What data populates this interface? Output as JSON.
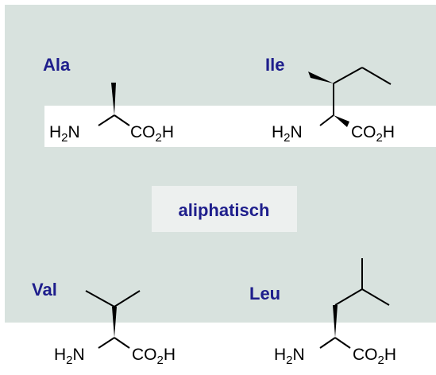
{
  "colors": {
    "panel": "#d8e2de",
    "label_box": "#edf0ef",
    "label_text": "#1e1e8c",
    "bond": "#000000"
  },
  "center_label": "aliphatisch",
  "amino_acids": [
    {
      "abbr": "Ala",
      "amine": "H",
      "amine_sub": "2",
      "amine_n": "N",
      "acid_1": "CO",
      "acid_sub": "2",
      "acid_2": "H"
    },
    {
      "abbr": "Ile",
      "amine": "H",
      "amine_sub": "2",
      "amine_n": "N",
      "acid_1": "CO",
      "acid_sub": "2",
      "acid_2": "H"
    },
    {
      "abbr": "Val",
      "amine": "H",
      "amine_sub": "2",
      "amine_n": "N",
      "acid_1": "CO",
      "acid_sub": "2",
      "acid_2": "H"
    },
    {
      "abbr": "Leu",
      "amine": "H",
      "amine_sub": "2",
      "amine_n": "N",
      "acid_1": "CO",
      "acid_sub": "2",
      "acid_2": "H"
    }
  ]
}
